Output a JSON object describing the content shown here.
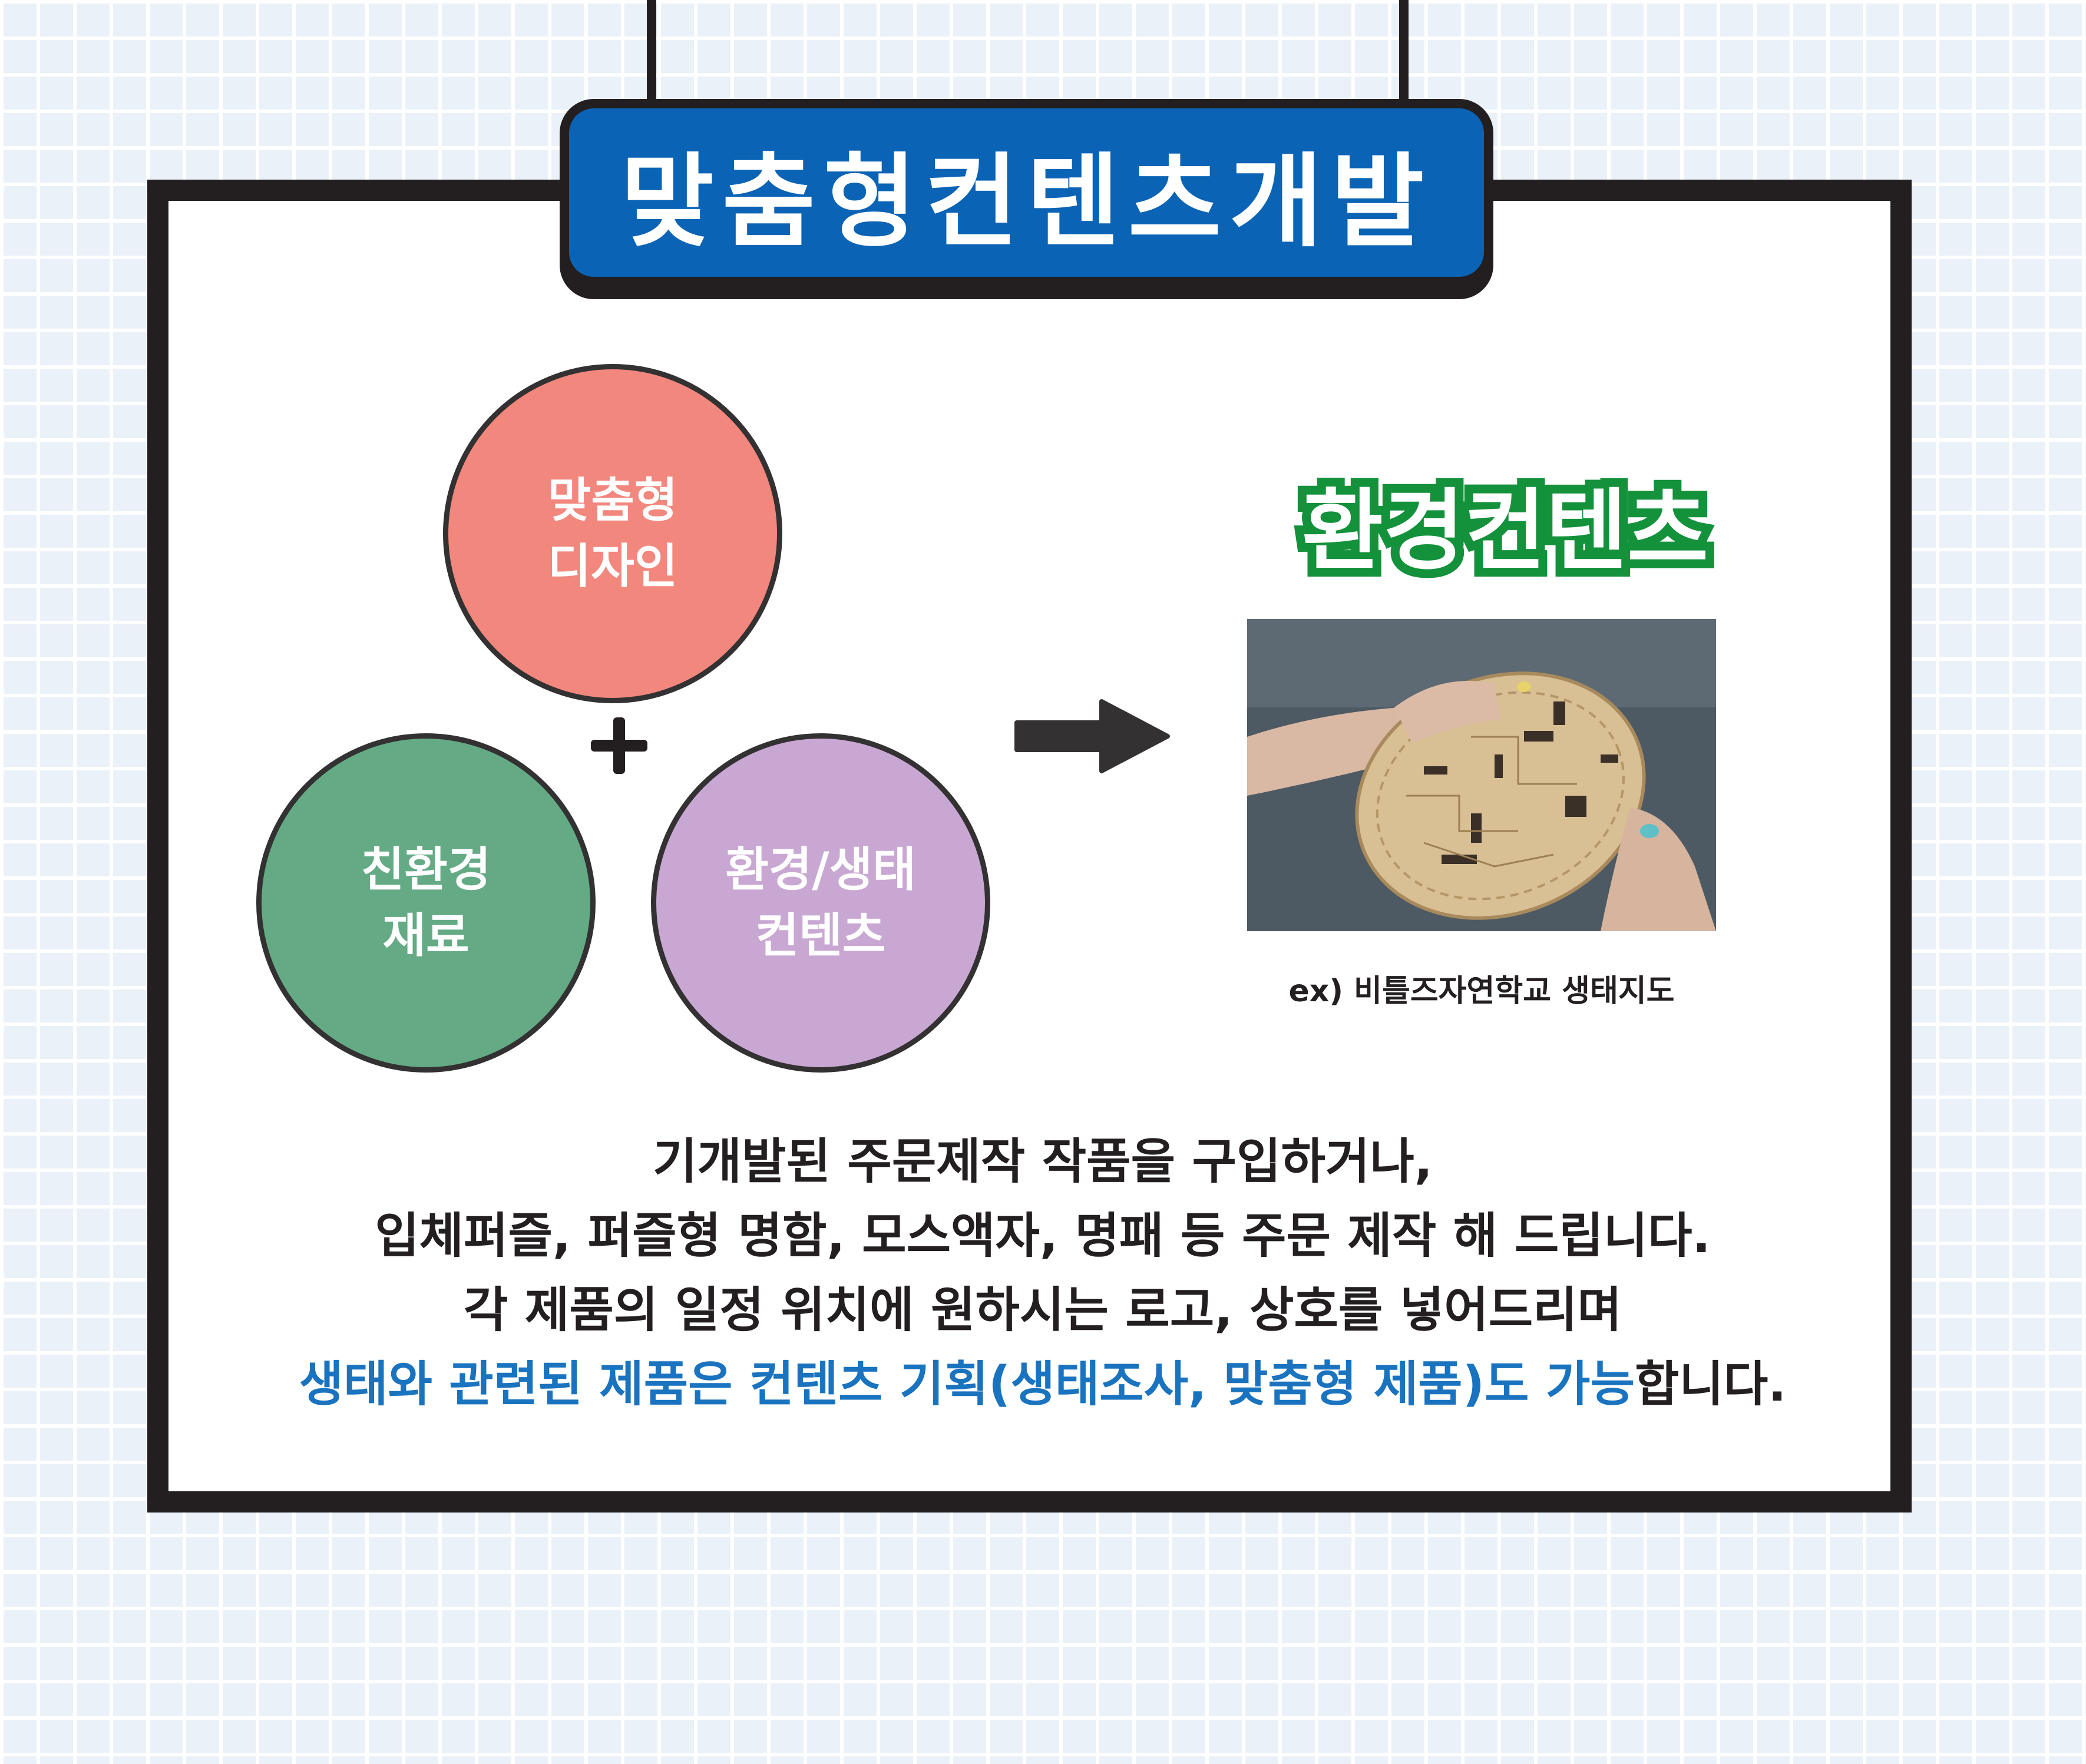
{
  "header": {
    "title": "맞춤형컨텐츠개발"
  },
  "diagram": {
    "circles": [
      {
        "label": "맞춤형\n디자인",
        "color": "#f2877e"
      },
      {
        "label": "친환경\n재료",
        "color": "#64ab85"
      },
      {
        "label": "환경/생태\n컨텐츠",
        "color": "#c9a7d3"
      }
    ],
    "operator": "plus",
    "result": "arrow-right"
  },
  "result": {
    "title": "환경컨텐츠",
    "title_color": "#14913b",
    "caption": "ex) 비틀즈자연학교 생태지도"
  },
  "description": {
    "line1": "기개발된 주문제작 작품을 구입하거나,",
    "line2": "입체퍼즐, 퍼즐형 명함, 모스액자, 명패 등 주문 제작 해 드립니다.",
    "line3": "각 제품의 일정 위치에 원하시는 로고, 상호를 넣어드리며",
    "line4_highlight": "생태와 관련된 제품은 컨텐츠 기획(생태조사, 맞춤형 제품)도 가능",
    "line4_rest": "합니다.",
    "highlight_color": "#1a73bf"
  },
  "colors": {
    "accent": "#0a63b4",
    "frame": "#231f20"
  }
}
